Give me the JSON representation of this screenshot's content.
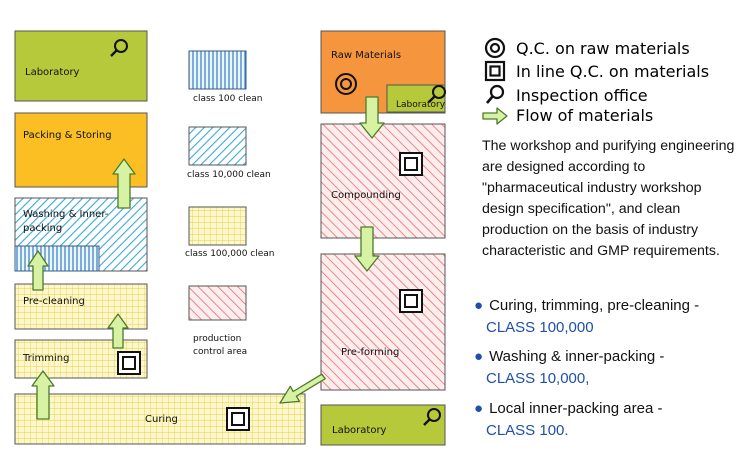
{
  "colors": {
    "olive": "#b5c93a",
    "orange_gold": "#fbbf24",
    "orange": "#f5953d",
    "blue_hatch": "#39a9d4",
    "red_hatch": "#e4706f",
    "yellow_grid": "#e7cf4a",
    "arrow_fill": "#d7f2a2",
    "arrow_stroke": "#4c7a2c",
    "text_blue": "#1f4fa8"
  },
  "rooms": {
    "laboratory_top": "Laboratory",
    "packing_storing": "Packing & Storing",
    "washing_line1": "Washing & Inner-",
    "washing_line2": "packing",
    "pre_cleaning": "Pre-cleaning",
    "trimming": "Trimming",
    "curing": "Curing",
    "raw_materials": "Raw Materials",
    "raw_lab": "Laboratory",
    "compounding": "Compounding",
    "pre_forming": "Pre-forming",
    "laboratory_bottom": "Laboratory"
  },
  "swatches": {
    "class100": "class 100 clean",
    "class10000": "class 10,000 clean",
    "class100000": "class 100,000 clean",
    "production_line1": "production",
    "production_line2": "control area"
  },
  "legend": {
    "qc_raw": "Q.C. on raw materials",
    "qc_inline": "In line Q.C. on materials",
    "inspection": "Inspection office",
    "flow": "Flow of materials",
    "symbols": [
      "double-circle-icon",
      "double-square-icon",
      "magnifier-icon",
      "arrow-icon"
    ]
  },
  "description": "The workshop and purifying engineering are designed according to \"pharmaceutical industry workshop design specification\", and clean production on the basis of industry characteristic and GMP requirements.",
  "bullets": [
    {
      "text": "Curing, trimming, pre-cleaning -",
      "cls": "CLASS 100,000"
    },
    {
      "text": "Washing & inner-packing -",
      "cls": "CLASS 10,000,"
    },
    {
      "text": "Local inner-packing area -",
      "cls": "CLASS 100."
    }
  ]
}
